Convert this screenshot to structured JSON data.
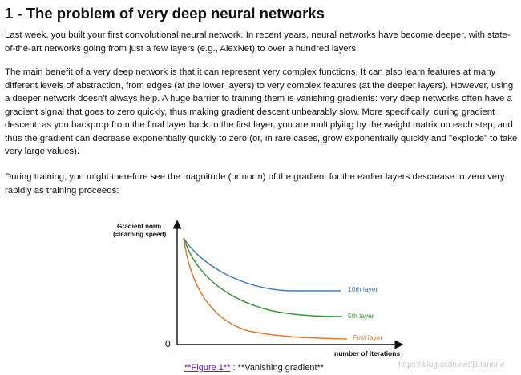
{
  "heading": "1 - The problem of very deep neural networks",
  "paragraphs": [
    "Last week, you built your first convolutional neural network. In recent years, neural networks have become deeper, with state-of-the-art networks going from just a few layers (e.g., AlexNet) to over a hundred layers.",
    "The main benefit of a very deep network is that it can represent very complex functions. It can also learn features at many different levels of abstraction, from edges (at the lower layers) to very complex features (at the deeper layers). However, using a deeper network doesn't always help. A huge barrier to training them is vanishing gradients: very deep networks often have a gradient signal that goes to zero quickly, thus making gradient descent unbearably slow. More specifically, during gradient descent, as you backprop from the final layer back to the first layer, you are multiplying by the weight matrix on each step, and thus the gradient can decrease exponentially quickly to zero (or, in rare cases, grow exponentially quickly and \"explode\" to take very large values).",
    "During training, you might therefore see the magnitude (or norm) of the gradient for the earlier layers descrease to zero very rapidly as training proceeds:"
  ],
  "figure": {
    "ylabel_line1": "Gradient norm",
    "ylabel_line2": "(≈learning speed)",
    "xlabel": "number of iterations",
    "origin_label": "0",
    "curves": [
      {
        "name": "10th layer",
        "color": "#3a7fc1"
      },
      {
        "name": "5th layer",
        "color": "#3a9a3a"
      },
      {
        "name": "First layer",
        "color": "#e07a2e"
      }
    ]
  },
  "caption": {
    "link_text": "**Figure 1**",
    "separator": " : ",
    "text": "**Vanishing gradient**"
  },
  "watermark": "https://blog.csdn.net/Brianone"
}
